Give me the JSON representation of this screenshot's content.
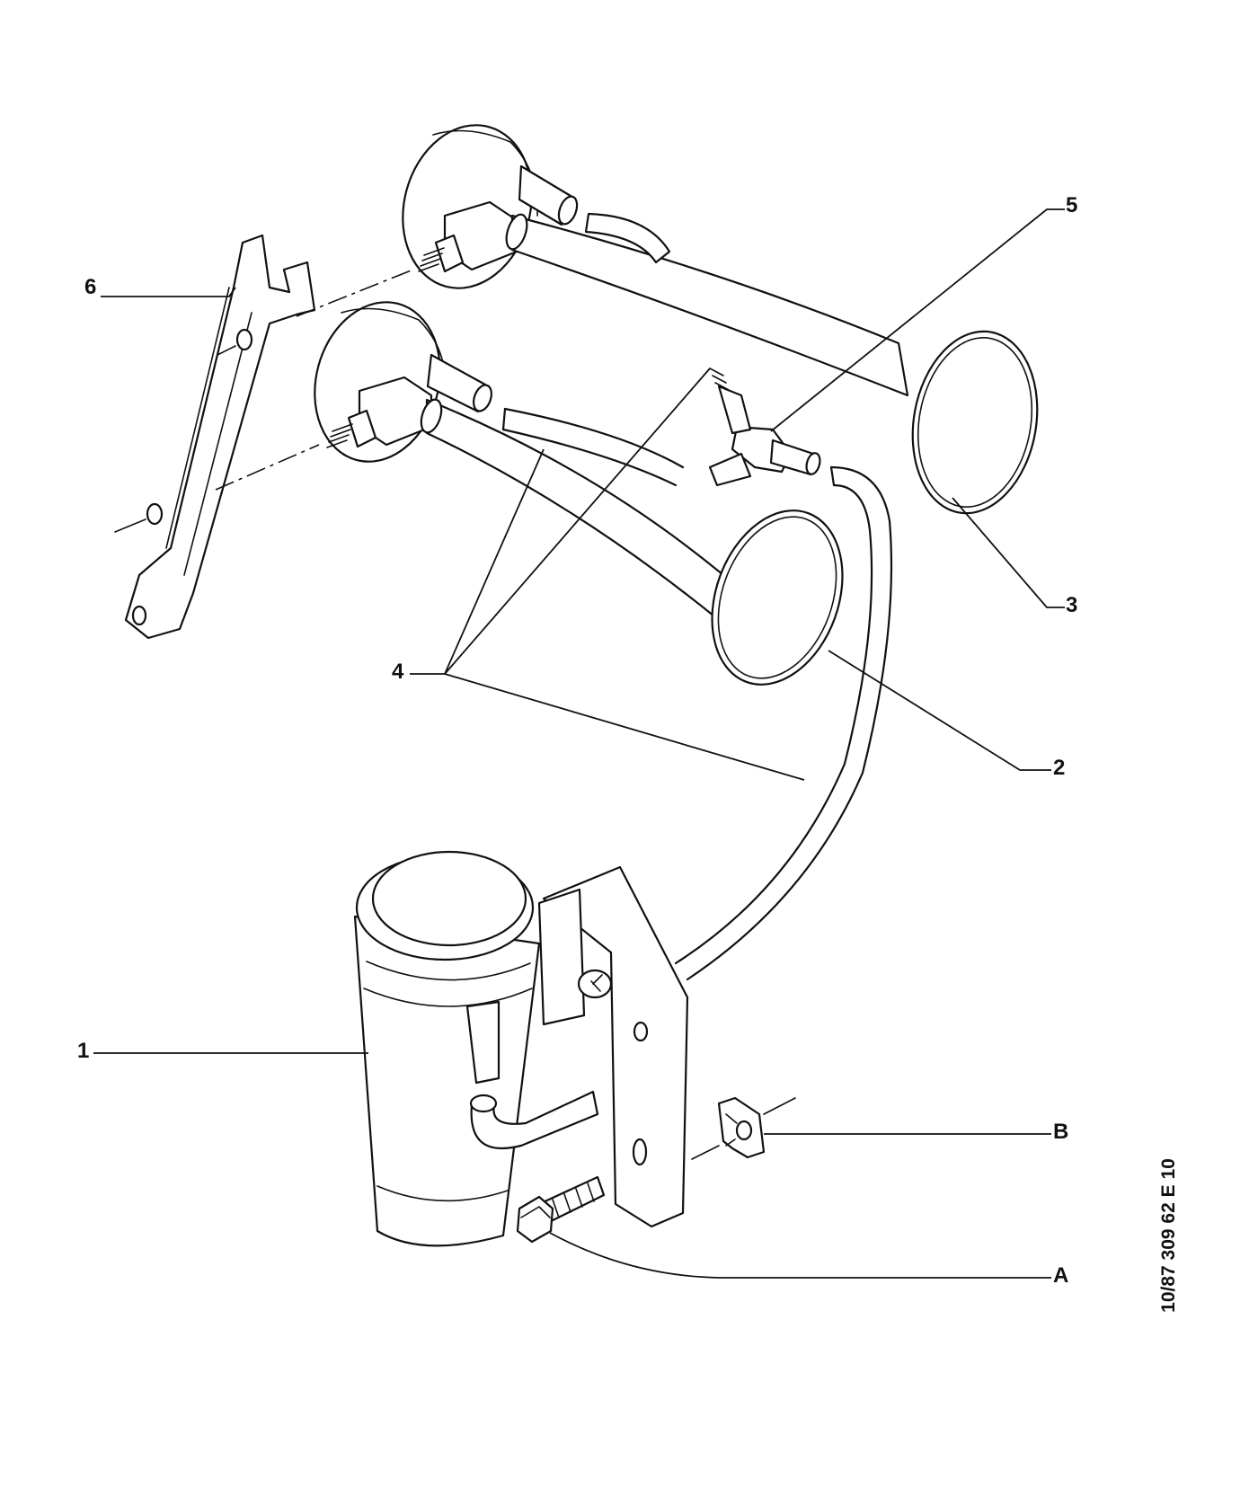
{
  "callouts": {
    "c1": "1",
    "c2": "2",
    "c3": "3",
    "c4": "4",
    "c5": "5",
    "c6": "6",
    "cA": "A",
    "cB": "B"
  },
  "reference_code": "10/87  309  62 E 10",
  "icons": {
    "compressor": "air-compressor-icon",
    "horn_long": "trumpet-horn-icon",
    "horn_short": "trumpet-horn-icon",
    "bracket": "mounting-bracket-icon",
    "connector": "t-connector-icon",
    "bolt": "hex-bolt-icon",
    "clip": "spring-nut-clip-icon"
  },
  "colors": {
    "ink": "#111111",
    "paper": "#ffffff"
  }
}
